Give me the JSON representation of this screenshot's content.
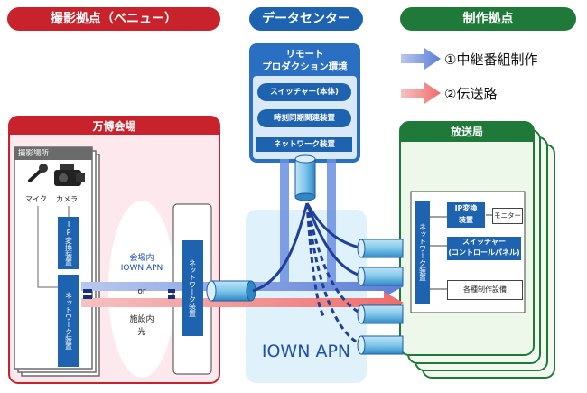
{
  "headers": {
    "venue": "撮影拠点（ベニュー）",
    "datacenter": "データセンター",
    "production": "制作拠点"
  },
  "legend": {
    "relay": "①中継番組制作",
    "transmission": "②伝送路"
  },
  "expo": {
    "title": "万博会場",
    "shooting_area": "撮影場所",
    "mic": "マイク",
    "camera": "カメラ",
    "ip_converter": "IP変換装置",
    "network_device": "ネットワーク装置",
    "venue_network": "ネットワーク装置",
    "link_top_1": "会場内",
    "link_top_2": "IOWN APN",
    "link_or": "or",
    "link_bottom_1": "施設内",
    "link_bottom_2": "光"
  },
  "remote": {
    "title_1": "リモート",
    "title_2": "プロダクション環境",
    "switcher_main": "スイッチャー(本体)",
    "time_sync": "時刻同期関連装置",
    "network": "ネットワーク装置"
  },
  "apn": {
    "label": "IOWN APN"
  },
  "broadcast": {
    "title": "放送局",
    "network": "ネットワーク装置",
    "ip_converter_1": "IP変換",
    "ip_converter_2": "装置",
    "monitor": "モニター",
    "switcher_1": "スイッチャー",
    "switcher_2": "(コントロールパネル)",
    "equipment": "各種制作設備"
  },
  "colors": {
    "venue_red": "#c8232c",
    "dc_blue": "#1e63b0",
    "prod_green": "#1f7a3a"
  }
}
